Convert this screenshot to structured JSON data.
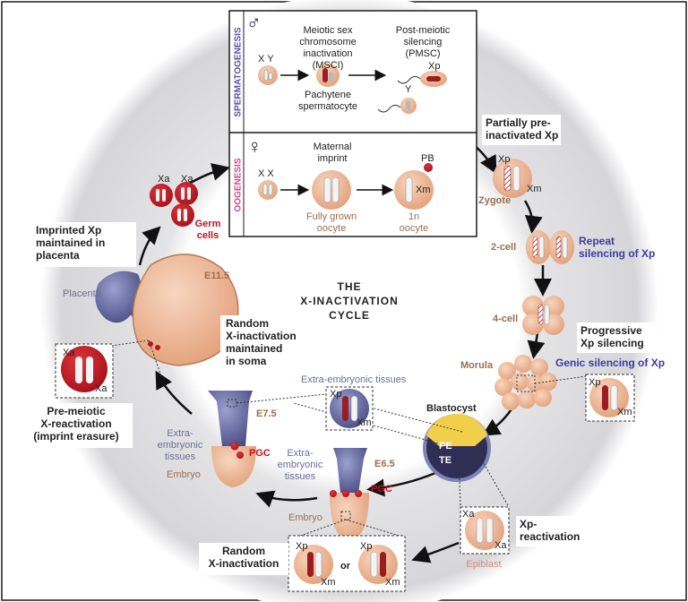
{
  "colors": {
    "frame": "#1a1a1a",
    "ring": "#d9d9db",
    "embryo_tan": "#e8b28f",
    "embryo_blue": "#7f82b4",
    "chromosome_red": "#9b1c21",
    "germ_red": "#c4121f",
    "label_blue": "#3f3aa3",
    "label_brown": "#9a6f4e",
    "label_pink": "#d6448a",
    "spermatogenesis_purple": "#5a4fa8"
  },
  "center": {
    "title_1": "THE",
    "title_2": "X-INACTIVATION",
    "title_3": "CYCLE"
  },
  "spermatogenesis": {
    "side_label": "SPERMATOGENESIS",
    "symbol": "♂",
    "xy_label": "X Y",
    "msci_label_1": "Meiotic sex",
    "msci_label_2": "chromosome",
    "msci_label_3": "inactivation",
    "msci_label_4": "(MSCI)",
    "pachytene_1": "Pachytene",
    "pachytene_2": "spermatocyte",
    "pmsc_1": "Post-meiotic",
    "pmsc_2": "silencing",
    "pmsc_3": "(PMSC)",
    "xp": "Xp",
    "y": "Y"
  },
  "oogenesis": {
    "side_label": "OOGENESIS",
    "symbol": "♀",
    "xx_label": "X X",
    "maternal_1": "Maternal",
    "maternal_2": "imprint",
    "fully_grown_1": "Fully grown",
    "fully_grown_2": "oocyte",
    "pb": "PB",
    "xm": "Xm",
    "oocyte_1": "1n",
    "oocyte_2": "oocyte"
  },
  "zygote": {
    "caption_1": "Partially pre-",
    "caption_2": "inactivated Xp",
    "xp": "Xp",
    "xm": "Xm",
    "label": "Zygote"
  },
  "two_cell": {
    "label": "2-cell",
    "caption_1": "Repeat",
    "caption_2": "silencing of Xp"
  },
  "four_cell": {
    "label": "4-cell"
  },
  "morula": {
    "label": "Morula",
    "caption_1": "Progressive",
    "caption_2": "Xp silencing",
    "caption_3": "Genic silencing of Xp",
    "xp": "Xp",
    "xm": "Xm"
  },
  "blastocyst": {
    "label": "Blastocyst",
    "pe": "PE",
    "te": "TE",
    "extra_tissues": "Extra-embryonic tissues",
    "xp": "Xp",
    "xm": "Xm"
  },
  "epiblast": {
    "xa_top": "Xa",
    "xa_bottom": "Xa",
    "label": "Epiblast",
    "caption_1": "Xp-",
    "caption_2": "reactivation"
  },
  "random_inactivation": {
    "caption_1": "Random",
    "caption_2": "X-inactivation",
    "xp_1": "Xp",
    "xm_1": "Xm",
    "or": "or",
    "xp_2": "Xp",
    "xm_2": "Xm"
  },
  "e65": {
    "stage": "E6.5",
    "extra_1": "Extra-",
    "extra_2": "embryonic",
    "extra_3": "tissues",
    "pgc": "PGC",
    "embryo": "Embryo"
  },
  "e75": {
    "stage": "E7.5",
    "extra_1": "Extra-",
    "extra_2": "embryonic",
    "extra_3": "tissues",
    "pgc": "PGC",
    "embryo": "Embryo"
  },
  "e115": {
    "stage": "E11.5",
    "placenta": "Placenta",
    "placenta_caption_1": "Imprinted Xp",
    "placenta_caption_2": "maintained in",
    "placenta_caption_3": "placenta",
    "soma_caption_1": "Random",
    "soma_caption_2": "X-inactivation",
    "soma_caption_3": "maintained",
    "soma_caption_4": "in soma"
  },
  "premeiotic": {
    "xa_top": "Xa",
    "xa_bottom": "Xa",
    "caption_1": "Pre-meiotic",
    "caption_2": "X-reactivation",
    "caption_3": "(imprint erasure)"
  },
  "germ": {
    "xa_1": "Xa",
    "xa_2": "Xa",
    "label_1": "Germ",
    "label_2": "cells"
  }
}
